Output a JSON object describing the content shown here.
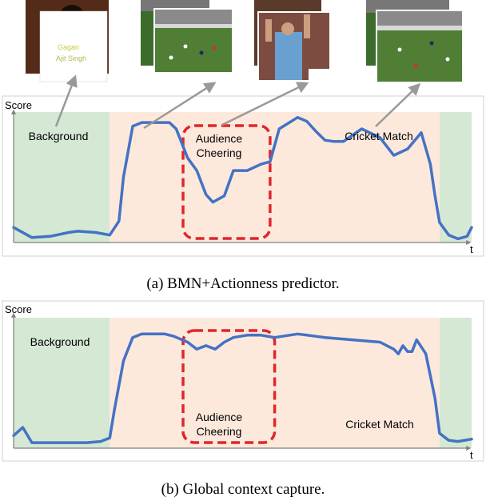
{
  "colors": {
    "background_region": "#d5e8d4",
    "action_region": "#fde9dc",
    "line": "#4472c4",
    "highlight_box": "#e0262b",
    "arrow": "#999999",
    "axis": "#7f7f7f"
  },
  "thumbnails": {
    "caption_line1": "Gagan",
    "caption_line2": "Ajit Singh"
  },
  "chart_data": [
    {
      "type": "line",
      "caption": "(a) BMN+Actionness predictor.",
      "ylabel": "Score",
      "xlabel": "t",
      "xlim": [
        0,
        100
      ],
      "ylim": [
        0,
        1
      ],
      "regions": [
        {
          "label": "Background",
          "kind": "background",
          "x0": 0,
          "x1": 21
        },
        {
          "label": "",
          "kind": "action",
          "x0": 21,
          "x1": 93
        },
        {
          "label": "",
          "kind": "background",
          "x0": 93,
          "x1": 100
        }
      ],
      "annotations": [
        {
          "text": "Background",
          "x": 9
        },
        {
          "text": "Audience Cheering",
          "line1": "Audience",
          "line2": "Cheering",
          "x": 46
        },
        {
          "text": "Cricket Match",
          "x": 82
        }
      ],
      "highlight": {
        "x0": 37,
        "x1": 56
      },
      "x": [
        0,
        4,
        8,
        12,
        14,
        18,
        21,
        23,
        24,
        26,
        28,
        30,
        34,
        35.5,
        38,
        40,
        42,
        43.5,
        46,
        48,
        51,
        54,
        56,
        58,
        62,
        64,
        66,
        68,
        70,
        72,
        76,
        80,
        83,
        86,
        89,
        91,
        92,
        93,
        95,
        97,
        99,
        100
      ],
      "y": [
        0.1,
        0.02,
        0.03,
        0.06,
        0.07,
        0.06,
        0.04,
        0.15,
        0.5,
        0.9,
        0.93,
        0.93,
        0.93,
        0.88,
        0.65,
        0.55,
        0.36,
        0.3,
        0.35,
        0.55,
        0.55,
        0.6,
        0.62,
        0.88,
        0.97,
        0.94,
        0.86,
        0.79,
        0.78,
        0.78,
        0.88,
        0.81,
        0.67,
        0.72,
        0.85,
        0.6,
        0.35,
        0.14,
        0.04,
        0.01,
        0.03,
        0.1
      ]
    },
    {
      "type": "line",
      "caption": "(b) Global context capture.",
      "ylabel": "Score",
      "xlabel": "t",
      "xlim": [
        0,
        100
      ],
      "ylim": [
        0,
        1
      ],
      "regions": [
        {
          "label": "Background",
          "kind": "background",
          "x0": 0,
          "x1": 21
        },
        {
          "label": "",
          "kind": "action",
          "x0": 21,
          "x1": 93
        },
        {
          "label": "",
          "kind": "background",
          "x0": 93,
          "x1": 100
        }
      ],
      "annotations": [
        {
          "text": "Background",
          "x": 9
        },
        {
          "text": "Audience Cheering",
          "line1": "Audience",
          "line2": "Cheering",
          "x": 46
        },
        {
          "text": "Cricket Match",
          "x": 82
        }
      ],
      "highlight": {
        "x0": 37,
        "x1": 57
      },
      "x": [
        0,
        2,
        4,
        8,
        12,
        16,
        19,
        21,
        22,
        24,
        26,
        28,
        30,
        33,
        35,
        38,
        40,
        42,
        44,
        46,
        48,
        51,
        54,
        57,
        62,
        68,
        74,
        80,
        83,
        84,
        85,
        86,
        87,
        88,
        90,
        92,
        93,
        95,
        97,
        100
      ],
      "y": [
        0.08,
        0.15,
        0.02,
        0.02,
        0.02,
        0.02,
        0.03,
        0.06,
        0.3,
        0.72,
        0.92,
        0.95,
        0.95,
        0.95,
        0.93,
        0.88,
        0.82,
        0.85,
        0.82,
        0.88,
        0.92,
        0.94,
        0.94,
        0.92,
        0.95,
        0.92,
        0.9,
        0.88,
        0.82,
        0.78,
        0.85,
        0.8,
        0.8,
        0.9,
        0.78,
        0.4,
        0.1,
        0.04,
        0.03,
        0.05
      ]
    }
  ]
}
